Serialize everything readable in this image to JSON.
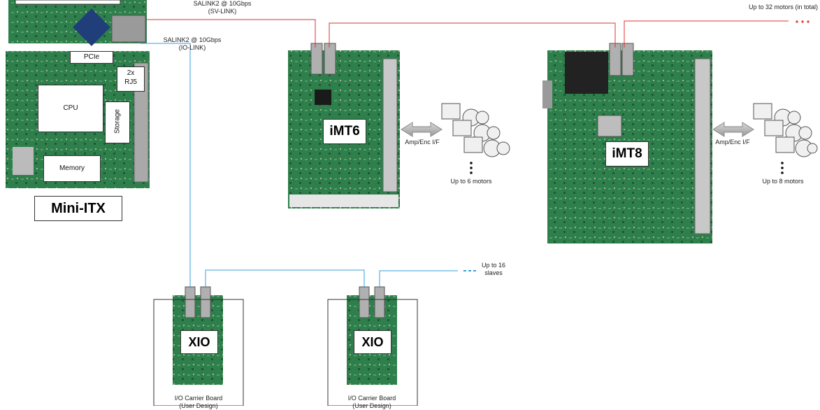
{
  "links": {
    "sv_link": {
      "line1": "SALINK2 @ 10Gbps",
      "line2": "(SV-LINK)"
    },
    "io_link": {
      "line1": "SALINK2 @ 10Gbps",
      "line2": "(IO-LINK)"
    },
    "motors_total": "Up to 32 motors (in total)",
    "slaves": {
      "line1": "Up to 16",
      "line2": "slaves"
    }
  },
  "mini_itx": {
    "label": "Mini-ITX",
    "components": {
      "pcie": "PCIe",
      "rj5_line1": "2x",
      "rj5_line2": "RJ5",
      "cpu": "CPU",
      "storage": "Storage",
      "memory": "Memory"
    }
  },
  "imt6": {
    "label": "iMT6",
    "amp_enc": "Amp/Enc I/F",
    "motors": "Up to 6 motors"
  },
  "imt8": {
    "label": "iMT8",
    "amp_enc": "Amp/Enc I/F",
    "motors": "Up to 8 motors"
  },
  "xio_boards": [
    {
      "label": "XIO",
      "caption_line1": "I/O Carrier Board",
      "caption_line2": "(User Design)"
    },
    {
      "label": "XIO",
      "caption_line1": "I/O Carrier Board",
      "caption_line2": "(User Design)"
    }
  ],
  "colors": {
    "sv_link": "#e03030",
    "io_link": "#3aa0d8",
    "pcb": "#2e7d4a",
    "chip": "#1a1a1a"
  }
}
